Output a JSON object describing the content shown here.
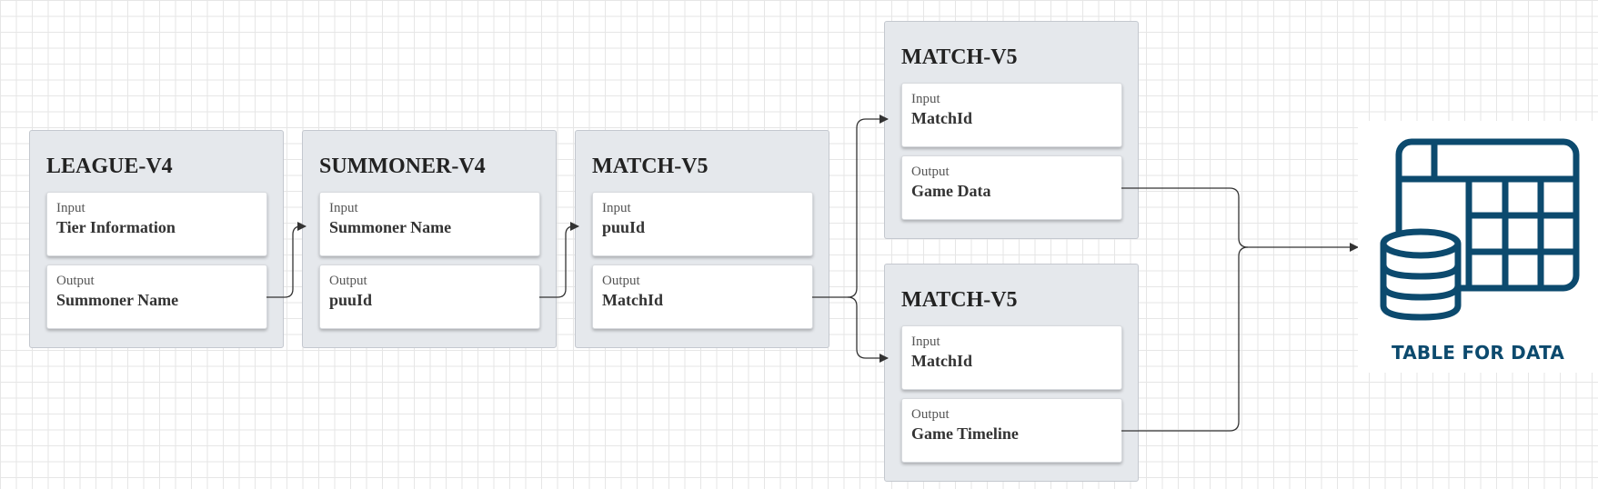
{
  "panels": [
    {
      "title": "LEAGUE-V4",
      "input_label": "Input",
      "input_value": "Tier Information",
      "output_label": "Output",
      "output_value": "Summoner Name"
    },
    {
      "title": "SUMMONER-V4",
      "input_label": "Input",
      "input_value": "Summoner Name",
      "output_label": "Output",
      "output_value": "puuId"
    },
    {
      "title": "MATCH-V5",
      "input_label": "Input",
      "input_value": "puuId",
      "output_label": "Output",
      "output_value": "MatchId"
    },
    {
      "title": "MATCH-V5",
      "input_label": "Input",
      "input_value": "MatchId",
      "output_label": "Output",
      "output_value": "Game Data"
    },
    {
      "title": "MATCH-V5",
      "input_label": "Input",
      "input_value": "MatchId",
      "output_label": "Output",
      "output_value": "Game Timeline"
    }
  ],
  "destination": {
    "label": "TABLE FOR DATA",
    "icon": "database-table-icon",
    "color": "#0c4a6e"
  },
  "colors": {
    "panel_bg": "#e5e8ec",
    "connector": "#333333"
  }
}
